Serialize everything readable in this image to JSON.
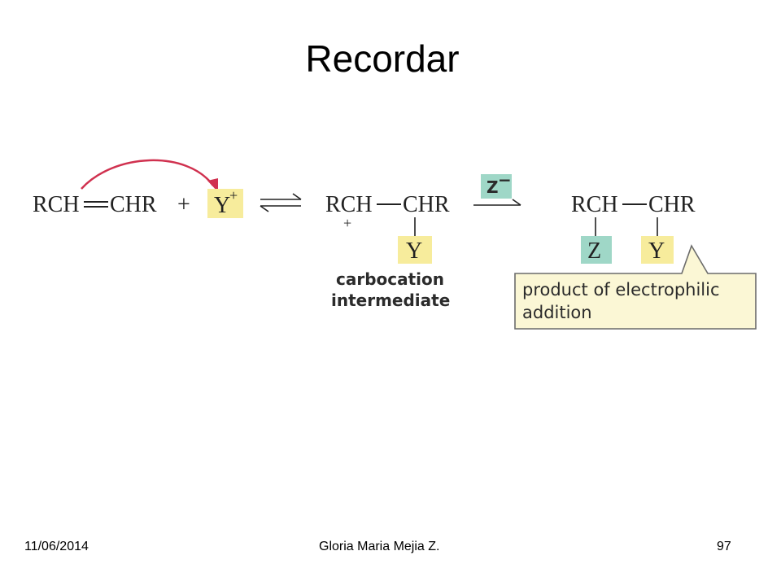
{
  "slide": {
    "title": "Recordar"
  },
  "reaction": {
    "reactant_left": "RCH",
    "reactant_right": "CHR",
    "plus": "+",
    "electrophile": "Y",
    "electrophile_charge": "+",
    "intermediate_left": "RCH",
    "intermediate_right": "CHR",
    "intermediate_charge": "+",
    "intermediate_substituent": "Y",
    "intermediate_label_line1": "carbocation",
    "intermediate_label_line2": "intermediate",
    "nucleophile": "Z",
    "nucleophile_charge": "−",
    "product_left": "RCH",
    "product_right": "CHR",
    "product_substituent_left": "Z",
    "product_substituent_right": "Y",
    "product_label_line1": "product of electrophilic",
    "product_label_line2": "addition"
  },
  "colors": {
    "y_highlight": "#f7ec9c",
    "z_highlight": "#9fd7c7",
    "curved_arrow": "#d0314f",
    "callout_fill": "#fbf7d5",
    "callout_border": "#6b6b6b"
  },
  "footer": {
    "date": "11/06/2014",
    "author": "Gloria Maria Mejia Z.",
    "page": "97"
  }
}
